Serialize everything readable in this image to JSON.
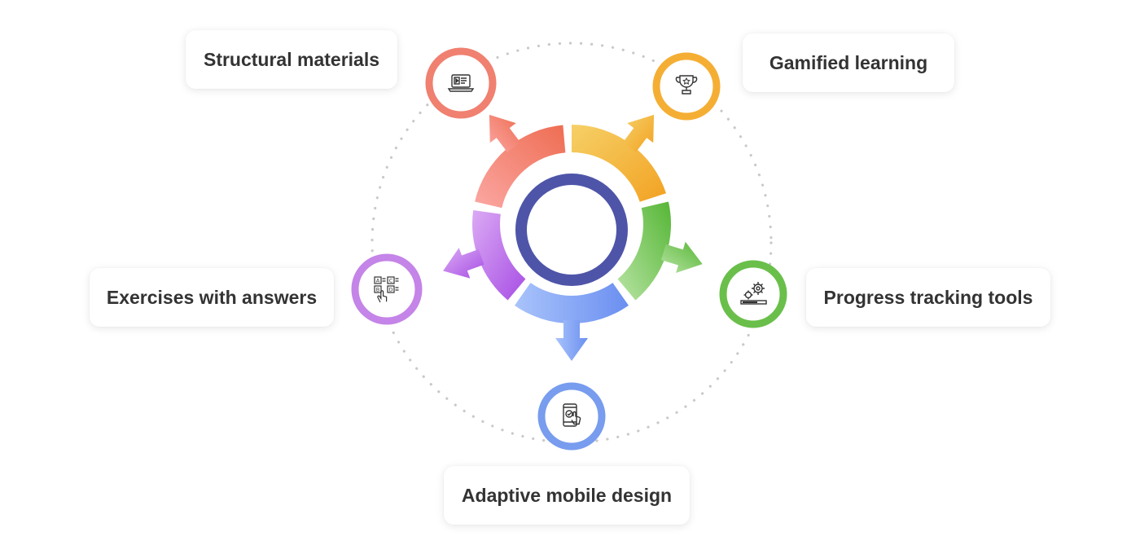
{
  "center": {
    "ring_color": "#4e55a8"
  },
  "features": [
    {
      "label": "Structural materials",
      "icon": "laptop-video-icon",
      "color": "#f08070"
    },
    {
      "label": "Gamified learning",
      "icon": "trophy-icon",
      "color": "#f5ae34"
    },
    {
      "label": "Progress tracking tools",
      "icon": "gears-progress-icon",
      "color": "#6abf4b"
    },
    {
      "label": "Adaptive mobile design",
      "icon": "mobile-touch-icon",
      "color": "#789cee"
    },
    {
      "label": "Exercises with answers",
      "icon": "abcd-choice-icon",
      "color": "#c484e8"
    }
  ]
}
